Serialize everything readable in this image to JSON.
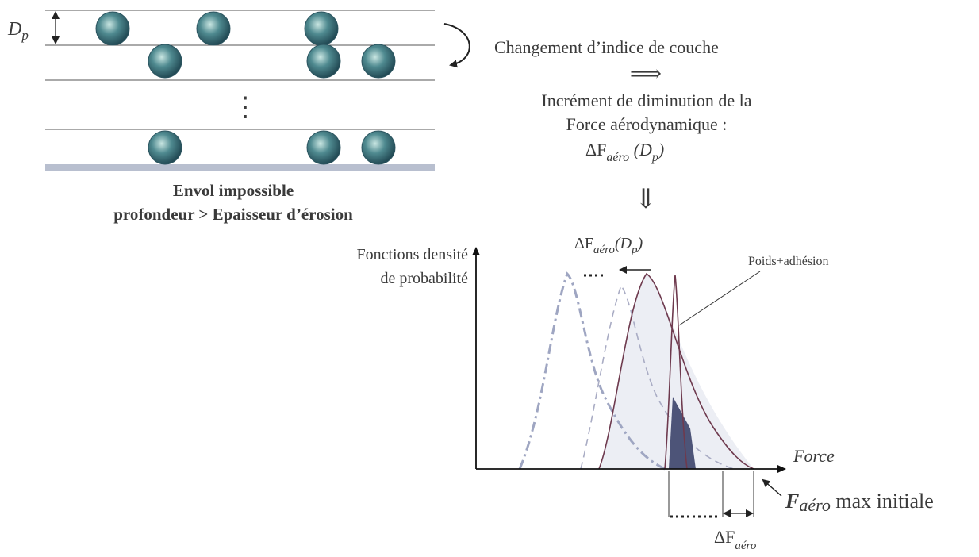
{
  "layers": {
    "dp_symbol": "D",
    "dp_subscript": "p",
    "ellipsis": "⋮"
  },
  "caption": {
    "line1": "Envol impossible",
    "line2": "profondeur > Epaisseur d’érosion"
  },
  "explanation": {
    "line1": "Changement d’indice de couche",
    "implies": "⟹",
    "line2": "Incrément de diminution de la",
    "line3": "Force aérodynamique :",
    "delta": "ΔF",
    "sub": "aéro",
    "arg_open": " (D",
    "arg_sub": "p",
    "arg_close": ")",
    "down_arrow": "⇓"
  },
  "plot": {
    "shift_label_delta": "ΔF",
    "shift_label_sub": "aéro",
    "shift_label_arg_open": "(D",
    "shift_label_arg_sub": "p",
    "shift_label_arg_close": ")",
    "ylabel_line1": "Fonctions densité",
    "ylabel_line2": "de probabilité",
    "xlabel": "Force",
    "poids_label": "Poids+adhésion",
    "fmax_F": "F",
    "fmax_sub": "aéro",
    "fmax_rest": " max initiale",
    "bottom_delta": "ΔF",
    "bottom_sub": "aéro"
  },
  "colors": {
    "particle": "#4f8a90",
    "curve": "#6e3a4e",
    "shade": "#4d5478",
    "dashed": "#a9acc4",
    "ground": "#b8bfcf"
  }
}
